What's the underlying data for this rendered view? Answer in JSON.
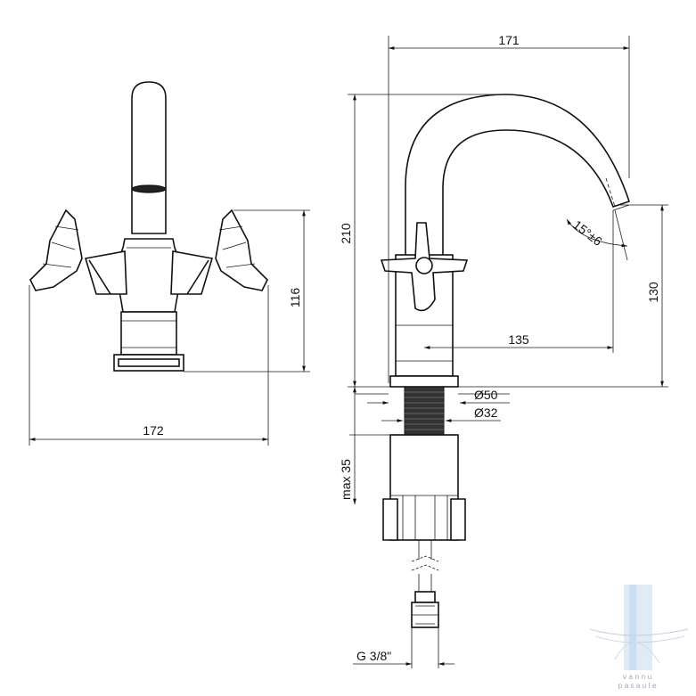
{
  "dimensions": {
    "front_width": "172",
    "front_height": "116",
    "side_reach": "171",
    "side_height": "210",
    "spout_height": "130",
    "handle_to_spout": "135",
    "angle": "15°±6",
    "base_diameter": "Ø50",
    "shank_diameter": "Ø32",
    "max_thickness": "max 35",
    "thread": "G 3/8\""
  },
  "watermark": {
    "line1": "vannu",
    "line2": "pasaule",
    "color": "#8fb3d8"
  },
  "colors": {
    "line": "#111111",
    "background": "#ffffff"
  }
}
